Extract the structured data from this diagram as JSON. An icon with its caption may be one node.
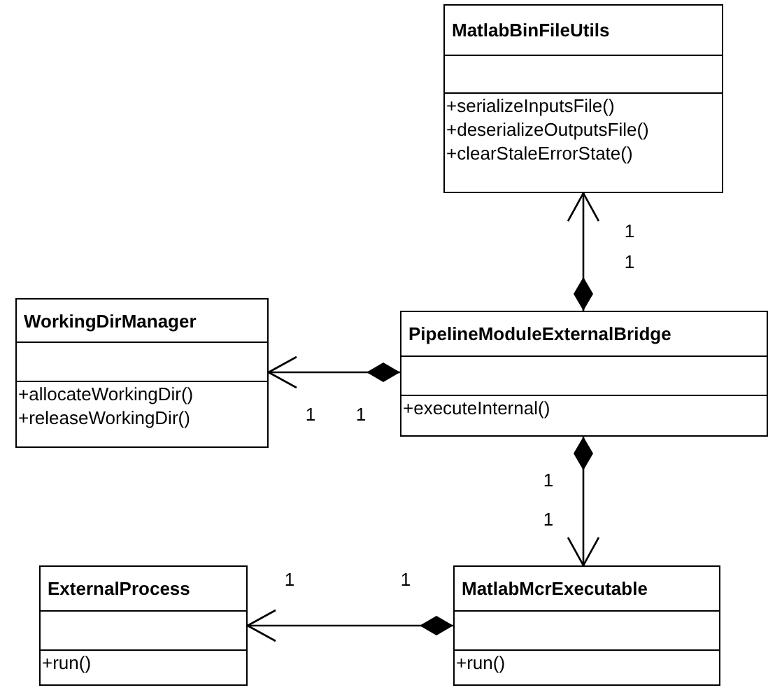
{
  "diagram": {
    "nodes": [
      {
        "text": [
          "MatlabBinFileUtils",
          "+serializeInputsFile()",
          "+deserializeOutputsFile()",
          "+clearStaleErrorState()"
        ]
      },
      {
        "text": [
          "WorkingDirManager",
          "+allocateWorkingDir()",
          "+releaseWorkingDir()"
        ]
      },
      {
        "text": [
          "PipelineModuleExternalBridge",
          "+executeInternal()"
        ]
      },
      {
        "text": [
          "ExternalProcess",
          "+run()"
        ]
      },
      {
        "text": [
          "MatlabMcrExecutable",
          "+run()"
        ]
      }
    ],
    "edges": [
      {
        "from": 2,
        "to": 0,
        "arrow": "to"
      },
      {
        "from": 2,
        "to": 1,
        "arrow": "to"
      },
      {
        "from": 2,
        "to": 4,
        "arrow": "to"
      },
      {
        "from": 4,
        "to": 3,
        "arrow": "to"
      }
    ],
    "labels": [
      "1",
      "1",
      "1",
      "1",
      "1",
      "1",
      "1",
      "1"
    ]
  }
}
